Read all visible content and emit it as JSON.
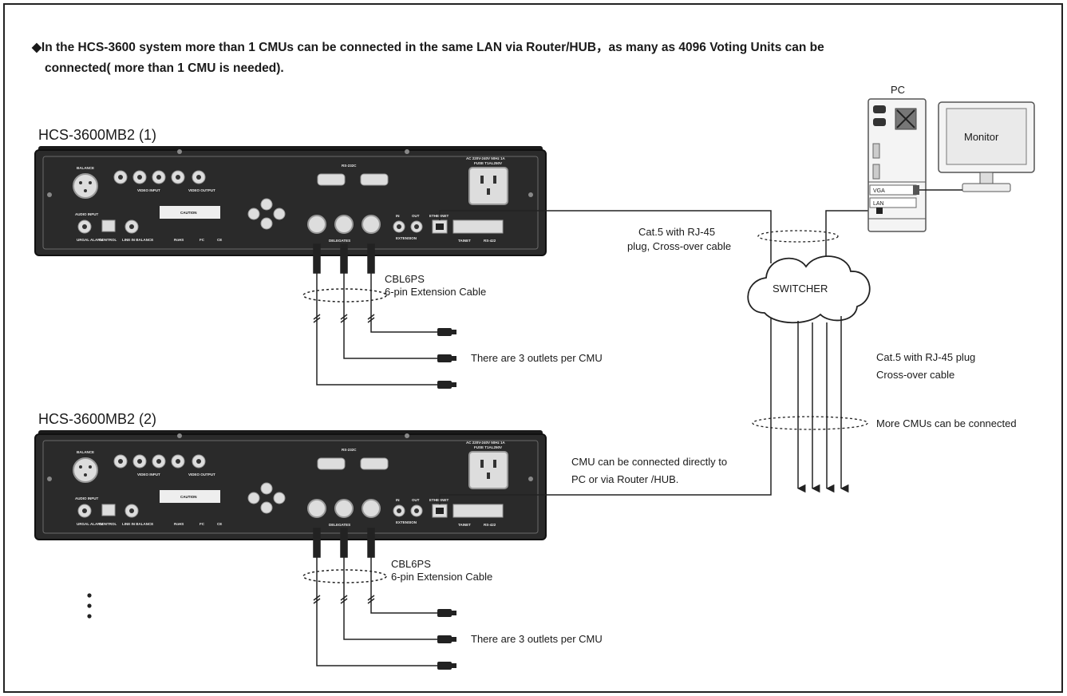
{
  "intro": {
    "line1": "◆In the HCS-3600  system more than 1 CMUs can be connected in the same LAN via Router/HUB，as many as 4096  Voting Units can be",
    "line2": "connected(  more than 1 CMU is needed)."
  },
  "units": [
    {
      "title": "HCS-3600MB2 (1)",
      "cable_model": "CBL6PS",
      "cable_desc": "6-pin Extension Cable",
      "outlets_note": "There are 3 outlets per CMU"
    },
    {
      "title": "HCS-3600MB2 (2)",
      "cable_model": "CBL6PS",
      "cable_desc": "6-pin Extension Cable",
      "outlets_note": "There are 3 outlets per CMU"
    }
  ],
  "panel_labels": {
    "balance": "BALANCE",
    "video_input": "VIDEO INPUT",
    "video_output": "VIDEO OUTPUT",
    "caution": "CAUTION",
    "rohs": "RoHS",
    "fc": "FC",
    "ce": "CE",
    "rs232c": "RS-232C",
    "delegates": "DELEGATES",
    "extension": "EXTENSION",
    "in": "IN",
    "out": "OUT",
    "ethernet": "ETHERNET",
    "ac": "AC 220V-240V 50Hz 1A",
    "fuse": "FUSE T1AL250V",
    "tai": "TAINET",
    "rs422": "RS-422",
    "line_in": "LINE IN BALANCE",
    "audio_input": "AUDIO INPUT",
    "control": "CONTROL",
    "alarm": "URGAL ALARM"
  },
  "pc": {
    "label": "PC",
    "vga": "VGA",
    "lan": "LAN"
  },
  "monitor": {
    "label": "Monitor"
  },
  "switcher": {
    "label": "SWITCHER"
  },
  "annotations": {
    "cat5_cross_line1": "Cat.5 with  RJ-45",
    "cat5_cross_line2": "plug, Cross-over cable",
    "cat5_plug_line1": "Cat.5 with  RJ-45 plug",
    "cat5_plug_line2": "Cross-over cable",
    "more_cmus": "More CMUs can  be connected",
    "direct_line1": "CMU can be connected directly to",
    "direct_line2": "PC or via Router /HUB."
  },
  "colors": {
    "panel": "#2a2a2a",
    "panel_edge": "#111111",
    "line": "#222222"
  }
}
